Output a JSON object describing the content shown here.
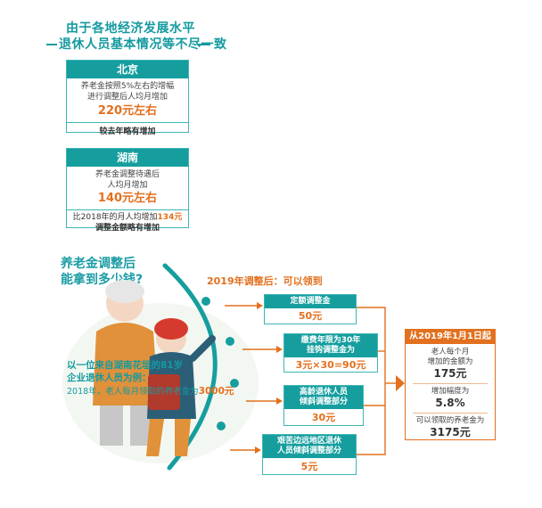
{
  "heading": {
    "line1": "由于各地经济发展水平",
    "line2": "退休人员基本情况等不尽一致"
  },
  "beijing": {
    "title": "北京",
    "desc1": "养老金按照5%左右的增幅",
    "desc2": "进行调整后人均月增加",
    "amount": "220元左右",
    "note": "较去年略有增加"
  },
  "hunan": {
    "title": "湖南",
    "desc1": "养老金调整待遇后",
    "desc2": "人均月增加",
    "amount": "140元左右",
    "note_prefix": "比2018年的月人均增加",
    "note_value": "134元",
    "note2": "调整金额略有增加"
  },
  "question": {
    "line1": "养老金调整后",
    "line2": "能拿到多少钱?"
  },
  "flow_title": "2019年调整后：可以领到",
  "example": {
    "line1": "以一位来自湖南花垣的81岁",
    "line2": "企业退休人员为例：",
    "line3_prefix": "2018年，老人每月领取的养老金为",
    "line3_value": "3000元"
  },
  "items": [
    {
      "title": "定额调整金",
      "value": "50元"
    },
    {
      "title": "缴费年限为30年\n挂钩调整金为",
      "value": "3元×30=90元"
    },
    {
      "title": "高龄退休人员\n倾斜调整部分",
      "value": "30元"
    },
    {
      "title": "艰苦边远地区退休\n人员倾斜调整部分",
      "value": "5元"
    }
  ],
  "summary": {
    "title": "从2019年1月1日起",
    "label1": "老人每个月\n增加的金额为",
    "value1": "175元",
    "label2": "增加幅度为",
    "value2": "5.8%",
    "label3": "可以领取的养老金为",
    "value3": "3175元"
  },
  "colors": {
    "teal": "#169e9f",
    "orange": "#e2701e"
  }
}
